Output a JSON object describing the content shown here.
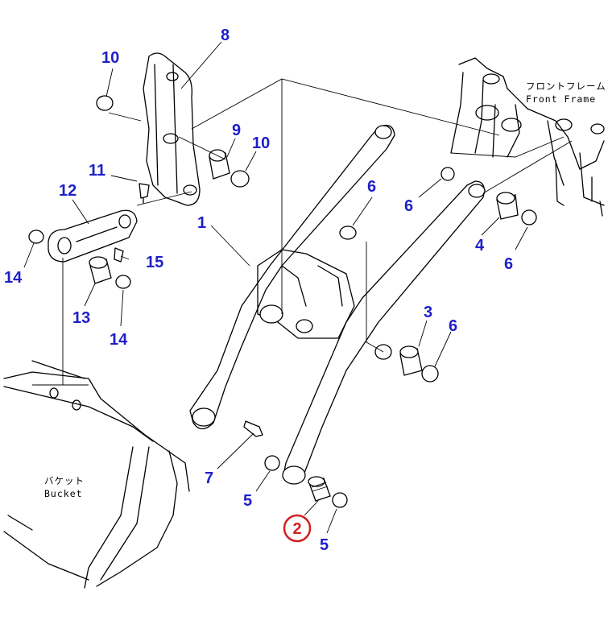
{
  "colors": {
    "callout": "#1f1fc8",
    "highlight": "#d32020",
    "line": "#000000"
  },
  "captions": {
    "front_frame_jp": "フロントフレーム",
    "front_frame_en": "Front Frame",
    "bucket_jp": "バケット",
    "bucket_en": "Bucket"
  },
  "callouts": {
    "c1": "1",
    "c2": "2",
    "c3": "3",
    "c4": "4",
    "c5a": "5",
    "c5b": "5",
    "c6a": "6",
    "c6b": "6",
    "c6c": "6",
    "c6d": "6",
    "c7": "7",
    "c8": "8",
    "c9": "9",
    "c10a": "10",
    "c10b": "10",
    "c11": "11",
    "c12": "12",
    "c13": "13",
    "c14a": "14",
    "c14b": "14",
    "c15": "15"
  },
  "highlighted_part": "2"
}
